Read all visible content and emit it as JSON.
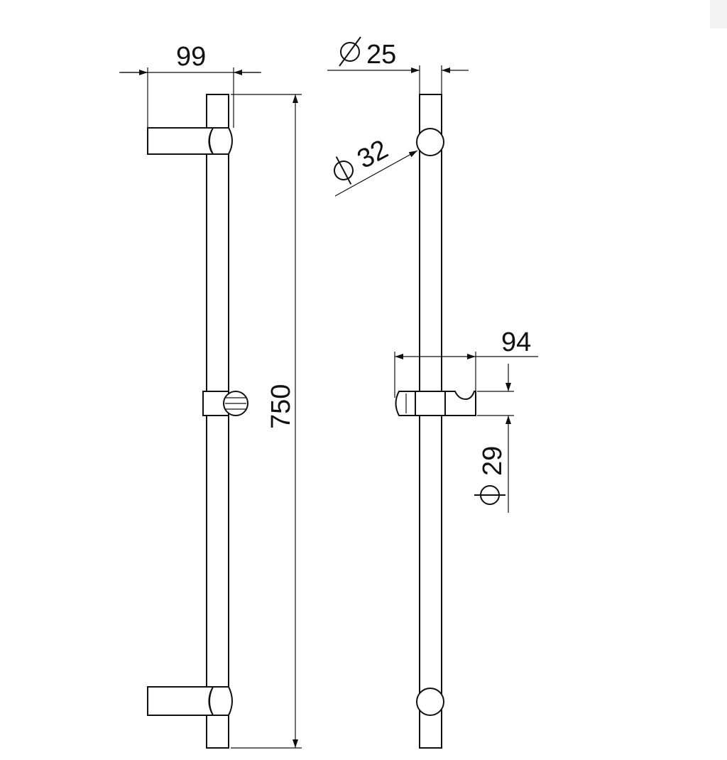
{
  "dimensions": {
    "bracket_projection": "99",
    "overall_length": "750",
    "rail_diameter": "25",
    "end_cap_diameter": "32",
    "holder_projection": "94",
    "holder_diameter": "29"
  },
  "colors": {
    "line": "#111111",
    "background": "#ffffff"
  },
  "icons": [
    "diameter-symbol-icon"
  ]
}
